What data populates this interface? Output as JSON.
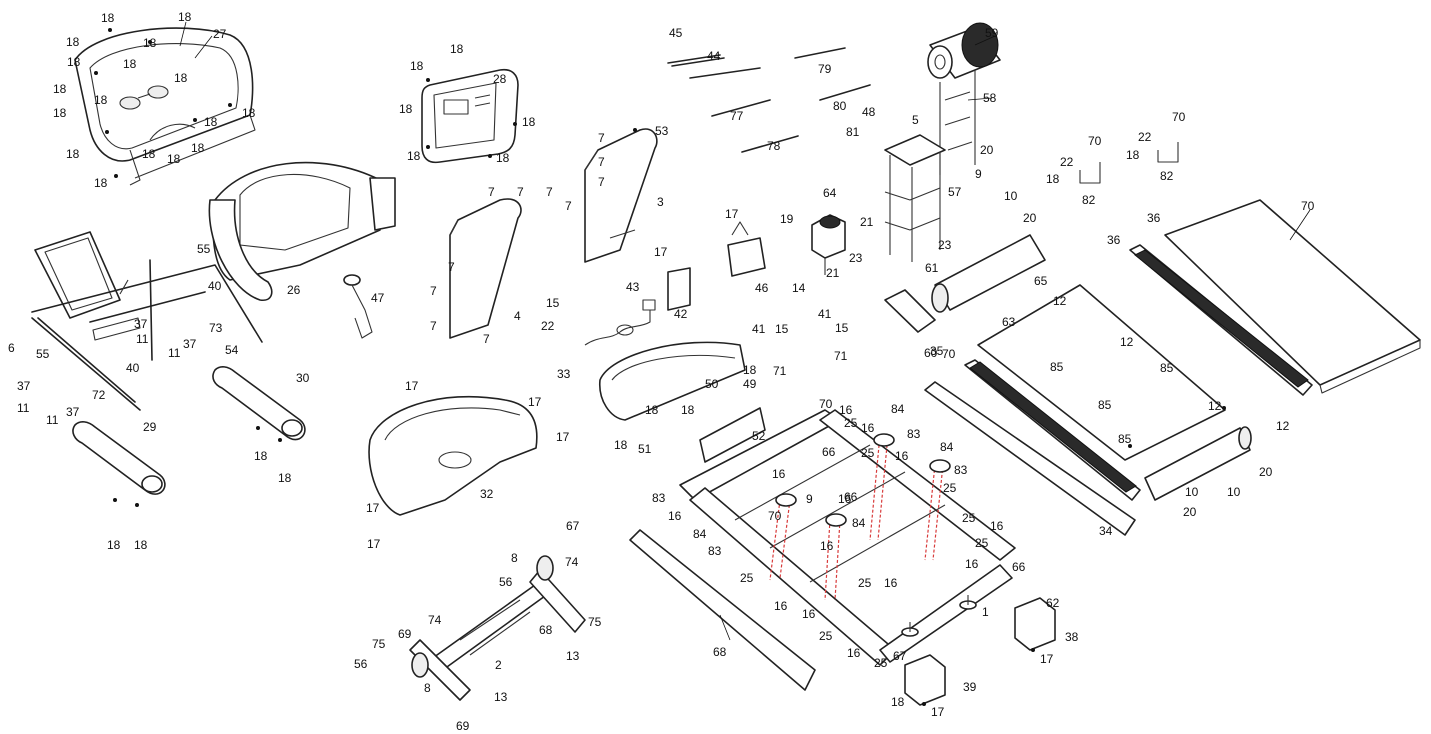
{
  "labels": [
    {
      "id": "a1",
      "text": "18"
    },
    {
      "id": "a2",
      "text": "18"
    },
    {
      "id": "a3",
      "text": "18"
    },
    {
      "id": "a4",
      "text": "18"
    },
    {
      "id": "a5",
      "text": "27"
    },
    {
      "id": "a6",
      "text": "18"
    },
    {
      "id": "a7",
      "text": "18"
    },
    {
      "id": "a8",
      "text": "18"
    },
    {
      "id": "a9",
      "text": "18"
    },
    {
      "id": "a10",
      "text": "18"
    },
    {
      "id": "a11",
      "text": "18"
    },
    {
      "id": "a12",
      "text": "18"
    },
    {
      "id": "a13",
      "text": "18"
    },
    {
      "id": "a14",
      "text": "18"
    },
    {
      "id": "a15",
      "text": "18"
    },
    {
      "id": "a16",
      "text": "18"
    },
    {
      "id": "a17",
      "text": "18"
    },
    {
      "id": "a18",
      "text": "18"
    },
    {
      "id": "b1",
      "text": "18"
    },
    {
      "id": "b2",
      "text": "18"
    },
    {
      "id": "b3",
      "text": "28"
    },
    {
      "id": "b4",
      "text": "18"
    },
    {
      "id": "b5",
      "text": "18"
    },
    {
      "id": "b6",
      "text": "18"
    },
    {
      "id": "b7",
      "text": "18"
    },
    {
      "id": "c1",
      "text": "45"
    },
    {
      "id": "c2",
      "text": "44"
    },
    {
      "id": "c3",
      "text": "79"
    },
    {
      "id": "c4",
      "text": "77"
    },
    {
      "id": "c5",
      "text": "80"
    },
    {
      "id": "c6",
      "text": "78"
    },
    {
      "id": "d1",
      "text": "59"
    },
    {
      "id": "d2",
      "text": "58"
    },
    {
      "id": "d3",
      "text": "48"
    },
    {
      "id": "d4",
      "text": "81"
    },
    {
      "id": "d5",
      "text": "5"
    },
    {
      "id": "d6",
      "text": "20"
    },
    {
      "id": "d7",
      "text": "9"
    },
    {
      "id": "d8",
      "text": "57"
    },
    {
      "id": "d9",
      "text": "21"
    },
    {
      "id": "d10",
      "text": "23"
    },
    {
      "id": "d11",
      "text": "61"
    },
    {
      "id": "e1",
      "text": "70"
    },
    {
      "id": "e2",
      "text": "22"
    },
    {
      "id": "e3",
      "text": "18"
    },
    {
      "id": "e4",
      "text": "82"
    },
    {
      "id": "e5",
      "text": "70"
    },
    {
      "id": "e6",
      "text": "22"
    },
    {
      "id": "e7",
      "text": "18"
    },
    {
      "id": "e8",
      "text": "82"
    },
    {
      "id": "f1",
      "text": "53"
    },
    {
      "id": "f2",
      "text": "7"
    },
    {
      "id": "f3",
      "text": "7"
    },
    {
      "id": "f4",
      "text": "7"
    },
    {
      "id": "f5",
      "text": "3"
    },
    {
      "id": "f6",
      "text": "7"
    },
    {
      "id": "f7",
      "text": "7"
    },
    {
      "id": "f8",
      "text": "7"
    },
    {
      "id": "f9",
      "text": "7"
    },
    {
      "id": "f10",
      "text": "7"
    },
    {
      "id": "f11",
      "text": "7"
    },
    {
      "id": "f12",
      "text": "7"
    },
    {
      "id": "f13",
      "text": "4"
    },
    {
      "id": "f14",
      "text": "7"
    },
    {
      "id": "g1",
      "text": "17"
    },
    {
      "id": "g2",
      "text": "46"
    },
    {
      "id": "g3",
      "text": "17"
    },
    {
      "id": "g4",
      "text": "42"
    },
    {
      "id": "g5",
      "text": "64"
    },
    {
      "id": "g6",
      "text": "19"
    },
    {
      "id": "g7",
      "text": "23"
    },
    {
      "id": "g8",
      "text": "21"
    },
    {
      "id": "g9",
      "text": "14"
    },
    {
      "id": "g10",
      "text": "10"
    },
    {
      "id": "g11",
      "text": "20"
    },
    {
      "id": "h1",
      "text": "15"
    },
    {
      "id": "h2",
      "text": "43"
    },
    {
      "id": "h3",
      "text": "22"
    },
    {
      "id": "i1",
      "text": "55"
    },
    {
      "id": "i2",
      "text": "40"
    },
    {
      "id": "i3",
      "text": "26"
    },
    {
      "id": "i4",
      "text": "47"
    },
    {
      "id": "i5",
      "text": "37"
    },
    {
      "id": "i6",
      "text": "11"
    },
    {
      "id": "i7",
      "text": "73"
    },
    {
      "id": "i8",
      "text": "11"
    },
    {
      "id": "i9",
      "text": "37"
    },
    {
      "id": "i10",
      "text": "54"
    },
    {
      "id": "i11",
      "text": "6"
    },
    {
      "id": "i12",
      "text": "55"
    },
    {
      "id": "i13",
      "text": "40"
    },
    {
      "id": "i14",
      "text": "37"
    },
    {
      "id": "i15",
      "text": "11"
    },
    {
      "id": "i16",
      "text": "72"
    },
    {
      "id": "i17",
      "text": "11"
    },
    {
      "id": "i18",
      "text": "37"
    },
    {
      "id": "j1",
      "text": "30"
    },
    {
      "id": "j2",
      "text": "18"
    },
    {
      "id": "j3",
      "text": "18"
    },
    {
      "id": "j4",
      "text": "29"
    },
    {
      "id": "j5",
      "text": "18"
    },
    {
      "id": "j6",
      "text": "18"
    },
    {
      "id": "k1",
      "text": "17"
    },
    {
      "id": "k2",
      "text": "17"
    },
    {
      "id": "k3",
      "text": "17"
    },
    {
      "id": "k4",
      "text": "32"
    },
    {
      "id": "k5",
      "text": "17"
    },
    {
      "id": "k6",
      "text": "17"
    },
    {
      "id": "l1",
      "text": "41"
    },
    {
      "id": "l2",
      "text": "15"
    },
    {
      "id": "l3",
      "text": "71"
    },
    {
      "id": "l4",
      "text": "41"
    },
    {
      "id": "l5",
      "text": "15"
    },
    {
      "id": "l6",
      "text": "71"
    },
    {
      "id": "l7",
      "text": "60"
    },
    {
      "id": "m1",
      "text": "33"
    },
    {
      "id": "m2",
      "text": "50"
    },
    {
      "id": "m3",
      "text": "49"
    },
    {
      "id": "m4",
      "text": "18"
    },
    {
      "id": "m5",
      "text": "18"
    },
    {
      "id": "m6",
      "text": "18"
    },
    {
      "id": "m7",
      "text": "18"
    },
    {
      "id": "m8",
      "text": "51"
    },
    {
      "id": "m9",
      "text": "52"
    },
    {
      "id": "n1",
      "text": "70"
    },
    {
      "id": "n2",
      "text": "16"
    },
    {
      "id": "n3",
      "text": "25"
    },
    {
      "id": "n4",
      "text": "66"
    },
    {
      "id": "n5",
      "text": "16"
    },
    {
      "id": "n6",
      "text": "84"
    },
    {
      "id": "n7",
      "text": "83"
    },
    {
      "id": "n8",
      "text": "25"
    },
    {
      "id": "n9",
      "text": "16"
    },
    {
      "id": "n10",
      "text": "84"
    },
    {
      "id": "n11",
      "text": "83"
    },
    {
      "id": "n12",
      "text": "25"
    },
    {
      "id": "n13",
      "text": "16"
    },
    {
      "id": "n14",
      "text": "9"
    },
    {
      "id": "n15",
      "text": "16"
    },
    {
      "id": "n16",
      "text": "66"
    },
    {
      "id": "n17",
      "text": "84"
    },
    {
      "id": "n18",
      "text": "83"
    },
    {
      "id": "n19",
      "text": "16"
    },
    {
      "id": "n20",
      "text": "84"
    },
    {
      "id": "n21",
      "text": "83"
    },
    {
      "id": "n22",
      "text": "70"
    },
    {
      "id": "n23",
      "text": "25"
    },
    {
      "id": "n24",
      "text": "16"
    },
    {
      "id": "n25",
      "text": "16"
    },
    {
      "id": "n26",
      "text": "16"
    },
    {
      "id": "n27",
      "text": "25"
    },
    {
      "id": "n28",
      "text": "16"
    },
    {
      "id": "n29",
      "text": "25"
    },
    {
      "id": "n30",
      "text": "16"
    },
    {
      "id": "n31",
      "text": "25"
    },
    {
      "id": "n32",
      "text": "16"
    },
    {
      "id": "n33",
      "text": "25"
    },
    {
      "id": "n34",
      "text": "16"
    },
    {
      "id": "n35",
      "text": "66"
    },
    {
      "id": "n36",
      "text": "25"
    },
    {
      "id": "n37",
      "text": "1"
    },
    {
      "id": "n38",
      "text": "67"
    },
    {
      "id": "n39",
      "text": "67"
    },
    {
      "id": "o1",
      "text": "8"
    },
    {
      "id": "o2",
      "text": "74"
    },
    {
      "id": "o3",
      "text": "56"
    },
    {
      "id": "o4",
      "text": "75"
    },
    {
      "id": "o5",
      "text": "68"
    },
    {
      "id": "o6",
      "text": "13"
    },
    {
      "id": "o7",
      "text": "69"
    },
    {
      "id": "o8",
      "text": "74"
    },
    {
      "id": "o9",
      "text": "75"
    },
    {
      "id": "o10",
      "text": "56"
    },
    {
      "id": "o11",
      "text": "8"
    },
    {
      "id": "o12",
      "text": "2"
    },
    {
      "id": "o13",
      "text": "13"
    },
    {
      "id": "o14",
      "text": "69"
    },
    {
      "id": "o15",
      "text": "68"
    },
    {
      "id": "p1",
      "text": "35"
    },
    {
      "id": "p2",
      "text": "34"
    },
    {
      "id": "p3",
      "text": "36"
    },
    {
      "id": "p4",
      "text": "36"
    },
    {
      "id": "p5",
      "text": "70"
    },
    {
      "id": "p6",
      "text": "70"
    },
    {
      "id": "p7",
      "text": "65"
    },
    {
      "id": "p8",
      "text": "63"
    },
    {
      "id": "p9",
      "text": "12"
    },
    {
      "id": "p10",
      "text": "12"
    },
    {
      "id": "p11",
      "text": "85"
    },
    {
      "id": "p12",
      "text": "85"
    },
    {
      "id": "p13",
      "text": "85"
    },
    {
      "id": "p14",
      "text": "85"
    },
    {
      "id": "p15",
      "text": "12"
    },
    {
      "id": "p16",
      "text": "12"
    },
    {
      "id": "p17",
      "text": "20"
    },
    {
      "id": "p18",
      "text": "10"
    },
    {
      "id": "p19",
      "text": "20"
    },
    {
      "id": "p20",
      "text": "10"
    },
    {
      "id": "p21",
      "text": "62"
    },
    {
      "id": "q1",
      "text": "38"
    },
    {
      "id": "q2",
      "text": "17"
    },
    {
      "id": "q3",
      "text": "18"
    },
    {
      "id": "q4",
      "text": "39"
    },
    {
      "id": "q5",
      "text": "17"
    },
    {
      "id": "q6",
      "text": "18"
    }
  ]
}
